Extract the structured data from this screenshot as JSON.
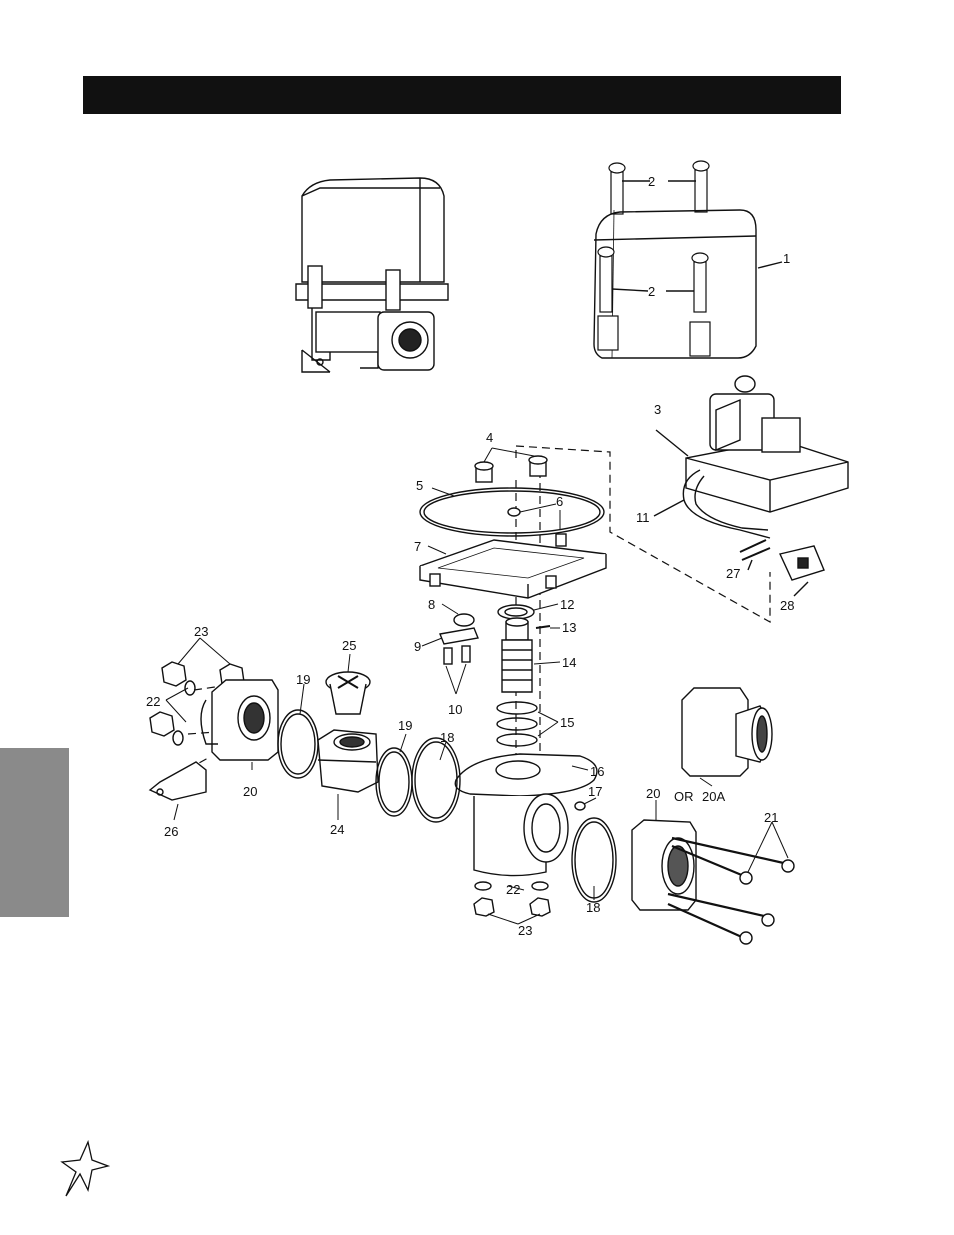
{
  "header": {
    "title": ""
  },
  "diagram": {
    "callouts": {
      "c1": "1",
      "c2a": "2",
      "c2b": "2",
      "c3": "3",
      "c4": "4",
      "c5": "5",
      "c6": "6",
      "c7": "7",
      "c8": "8",
      "c9": "9",
      "c10": "10",
      "c11": "11",
      "c12": "12",
      "c13": "13",
      "c14": "14",
      "c15": "15",
      "c16": "16",
      "c17": "17",
      "c18a": "18",
      "c18b": "18",
      "c19a": "19",
      "c19b": "19",
      "c20a": "20",
      "c20b": "20",
      "c20alt": "20A",
      "c21": "21",
      "c22a": "22",
      "c22b": "22",
      "c23a": "23",
      "c23b": "23",
      "c24": "24",
      "c25": "25",
      "c26": "26",
      "c27": "27",
      "c28": "28"
    },
    "or_label": "OR"
  },
  "colors": {
    "bar": "#111111",
    "tab": "#8a8a8a",
    "line": "#111111"
  },
  "icons": {
    "logo": "star-logo-icon"
  }
}
